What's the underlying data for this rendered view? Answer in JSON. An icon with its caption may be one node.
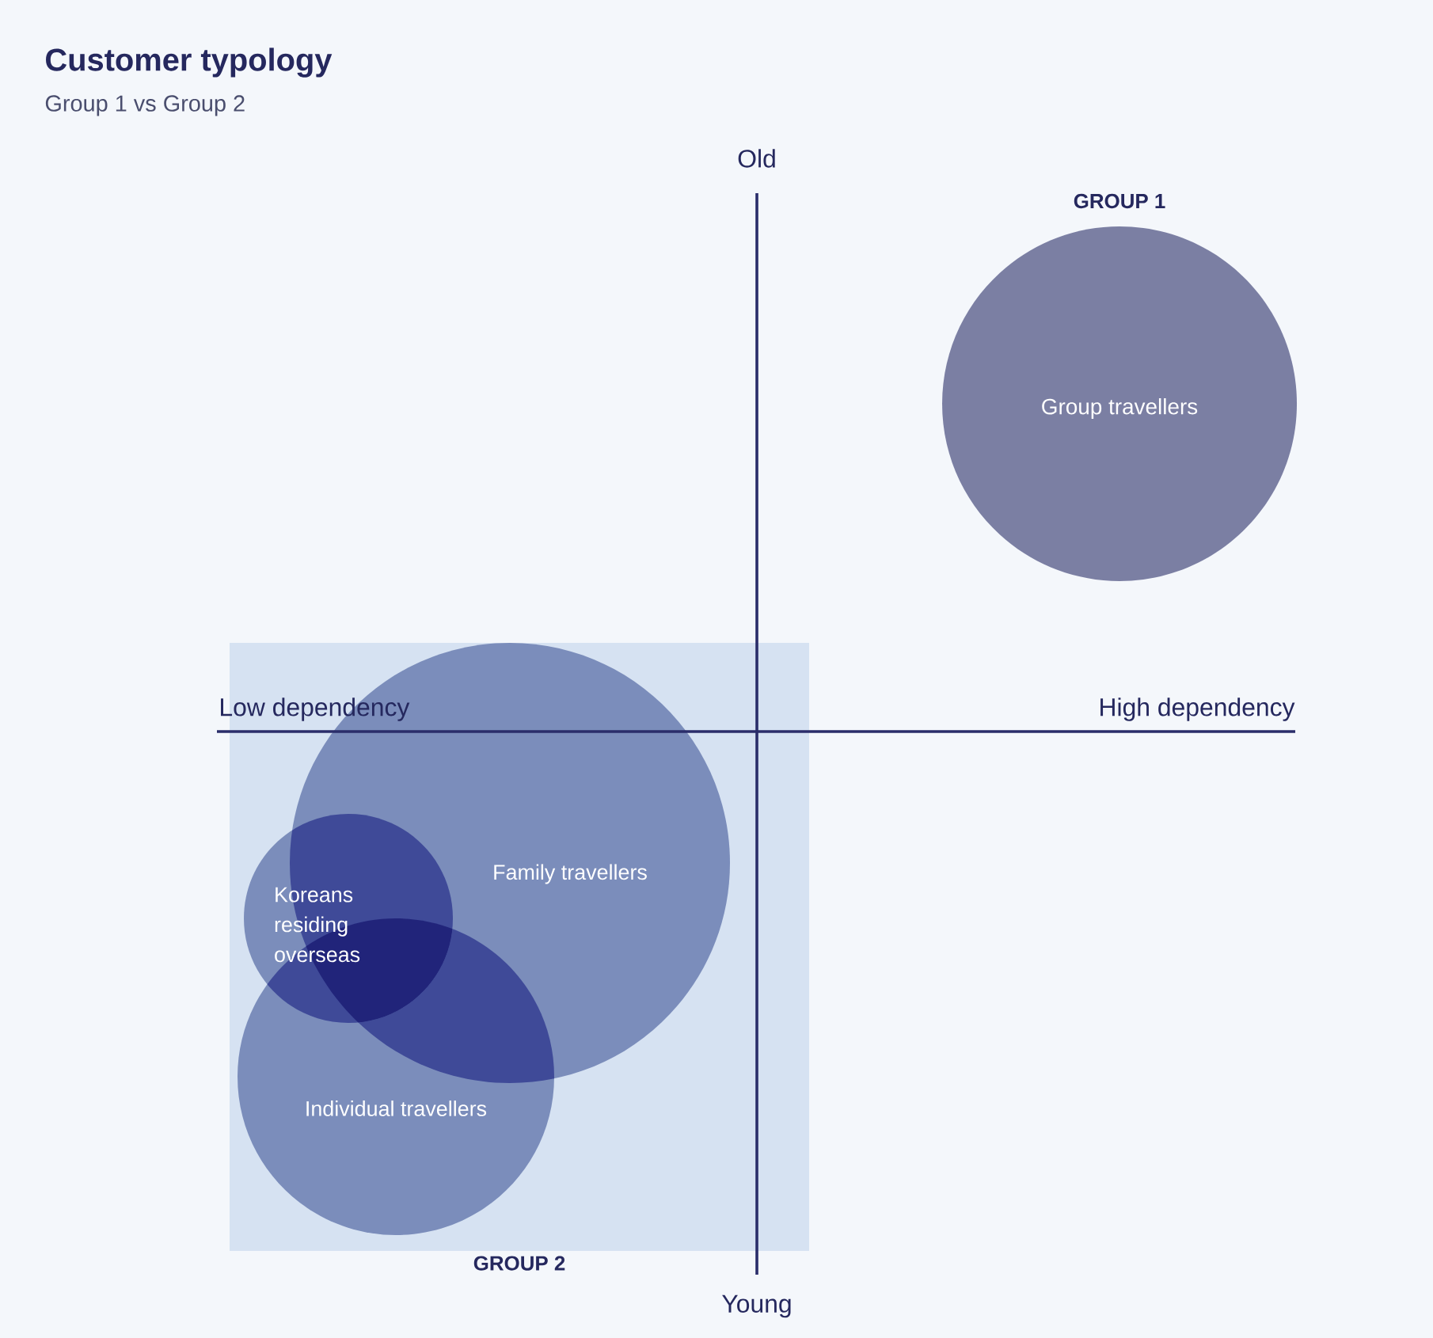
{
  "diagram": {
    "title": "Customer typology",
    "caption": "Group 1 vs Group 2",
    "nodes": [
      {
        "text": [
          "GROUP 1",
          "Group travellers"
        ]
      },
      {
        "text": [
          "GROUP 2"
        ]
      },
      {
        "text": [
          "Family travellers"
        ],
        "in": 1
      },
      {
        "text": [
          "Koreans residing overseas"
        ],
        "in": 1
      },
      {
        "text": [
          "Individual travellers"
        ],
        "in": 1
      }
    ],
    "edges": [],
    "labels": [
      "Old",
      "Low dependency",
      "High dependency",
      "Young"
    ]
  }
}
